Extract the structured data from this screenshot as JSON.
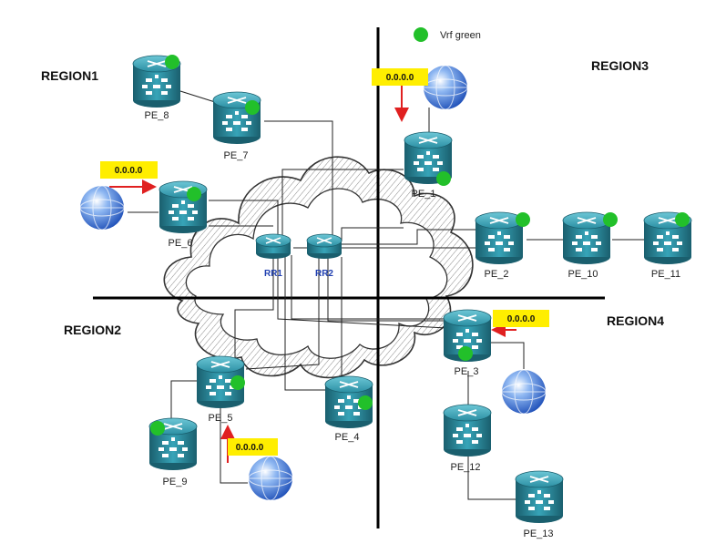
{
  "regions": {
    "r1": "REGION1",
    "r2": "REGION2",
    "r3": "REGION3",
    "r4": "REGION4"
  },
  "legend": {
    "label": "Vrf green",
    "color": "#22c02a"
  },
  "routers": {
    "pe8": "PE_8",
    "pe7": "PE_7",
    "pe6": "PE_6",
    "pe1": "PE_1",
    "pe2": "PE_2",
    "pe10": "PE_10",
    "pe11": "PE_11",
    "pe3": "PE_3",
    "pe5": "PE_5",
    "pe4": "PE_4",
    "pe9": "PE_9",
    "pe12": "PE_12",
    "pe13": "PE_13",
    "rr1": "RR1",
    "rr2": "RR2"
  },
  "default_routes": {
    "region1": "0.0.0.0",
    "region3": "0.0.0.0",
    "region4": "0.0.0.0",
    "region2": "0.0.0.0"
  },
  "colors": {
    "router_body": "#2b8fa3",
    "router_dark": "#1a5f6e",
    "tag_bg": "#ffee00",
    "arrow": "#e02020",
    "rr_label": "#1f3fb0"
  },
  "icons": {
    "router": "router-icon",
    "globe": "globe-icon",
    "vrf_dot": "vrf-green-dot-icon",
    "cloud": "cloud-icon"
  }
}
